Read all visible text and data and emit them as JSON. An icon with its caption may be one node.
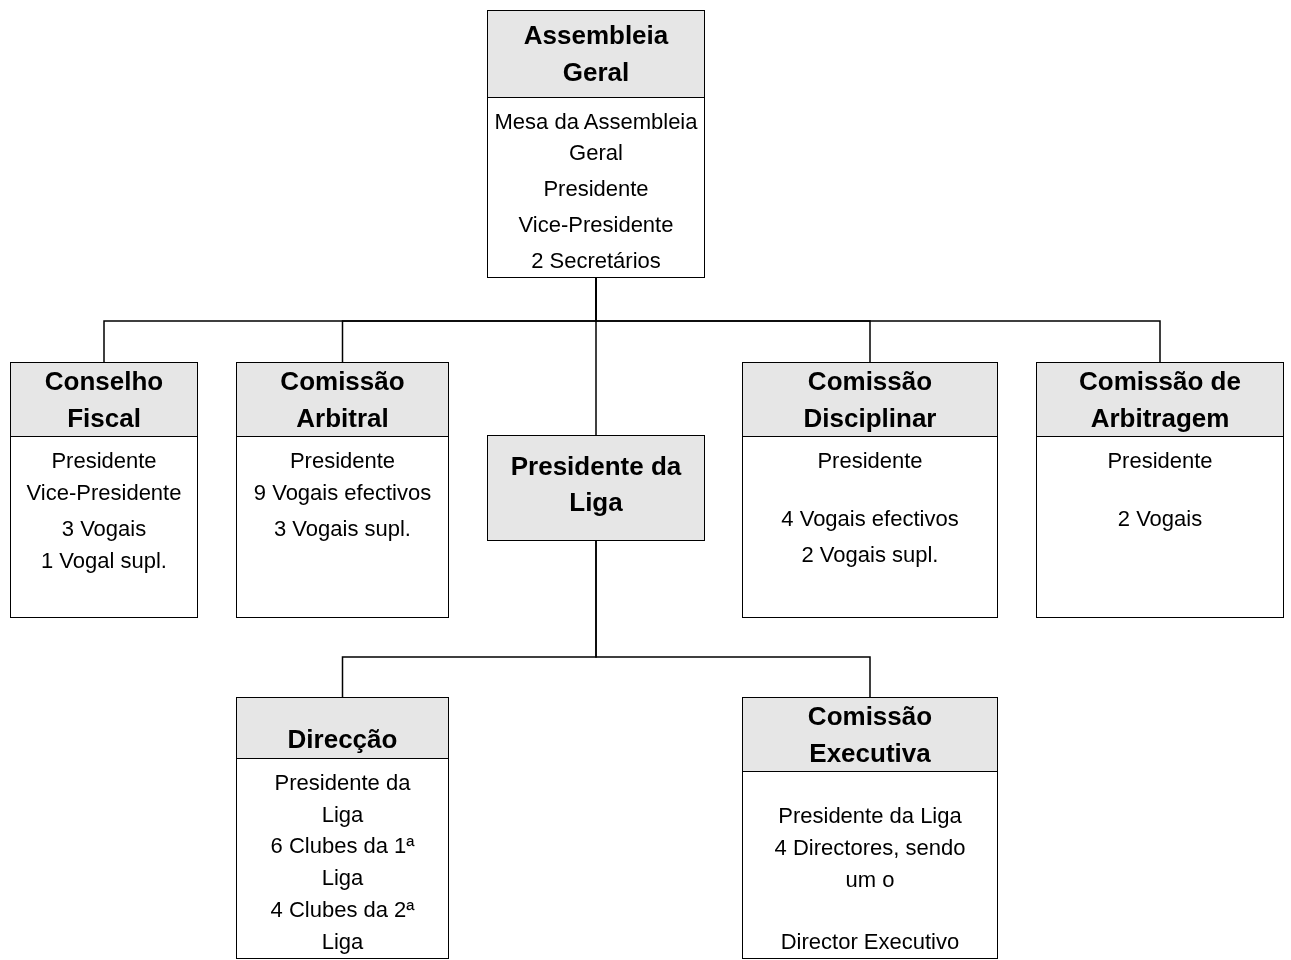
{
  "diagram": {
    "nodes": [
      {
        "text": [
          "Assembleia Geral",
          "Mesa da Assembleia Geral",
          "Presidente",
          "Vice-Presidente",
          "2 Secretários"
        ]
      },
      {
        "text": [
          "Conselho Fiscal",
          "Presidente",
          "Vice-Presidente",
          "3 Vogais",
          "1 Vogal supl."
        ]
      },
      {
        "text": [
          "Comissão Arbitral",
          "Presidente",
          "9 Vogais efectivos",
          "3 Vogais supl."
        ]
      },
      {
        "text": [
          "Comissão Disciplinar",
          "Presidente",
          "4 Vogais efectivos",
          "2 Vogais supl."
        ]
      },
      {
        "text": [
          "Comissão de Arbitragem",
          "Presidente",
          "2 Vogais"
        ]
      },
      {
        "text": [
          "Presidente da Liga"
        ]
      },
      {
        "text": [
          "Direcção",
          "Presidente da Liga",
          "6 Clubes da 1ª Liga",
          "4 Clubes da 2ª Liga"
        ]
      },
      {
        "text": [
          "Comissão Executiva",
          "Presidente da Liga",
          "4 Directores, sendo um o",
          "Director Executivo"
        ]
      }
    ],
    "edges": [
      {
        "from": 0,
        "to": 1,
        "arrow": "none"
      },
      {
        "from": 0,
        "to": 2,
        "arrow": "none"
      },
      {
        "from": 0,
        "to": 5,
        "arrow": "none"
      },
      {
        "from": 0,
        "to": 3,
        "arrow": "none"
      },
      {
        "from": 0,
        "to": 4,
        "arrow": "none"
      },
      {
        "from": 5,
        "to": 6,
        "arrow": "none"
      },
      {
        "from": 5,
        "to": 7,
        "arrow": "none"
      }
    ]
  }
}
